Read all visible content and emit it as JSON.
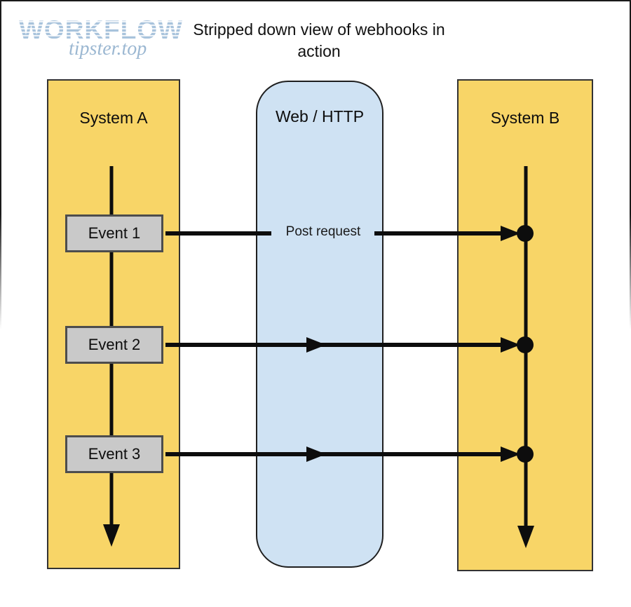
{
  "title": {
    "line1": "Stripped down view of webhooks in",
    "line2": "action"
  },
  "watermark": {
    "brand": "WORKFLOW",
    "domain": "tipster.top"
  },
  "lanes": {
    "system_a": {
      "label": "System A"
    },
    "web": {
      "label": "Web / HTTP"
    },
    "system_b": {
      "label": "System B"
    }
  },
  "events": [
    {
      "label": "Event 1",
      "arrow_label": "Post request"
    },
    {
      "label": "Event 2"
    },
    {
      "label": "Event 3"
    }
  ],
  "colors": {
    "lane-yellow": "#F8D567",
    "lane-blue": "#CFE2F3",
    "lane-border": "#333333",
    "event-fill": "#C9C9C9",
    "event-border": "#4D4D4D",
    "line": "#0D0D0D",
    "watermark-brand": "#A8C3DC",
    "watermark-domain": "#9CB8D2",
    "title-text": "#111111"
  }
}
